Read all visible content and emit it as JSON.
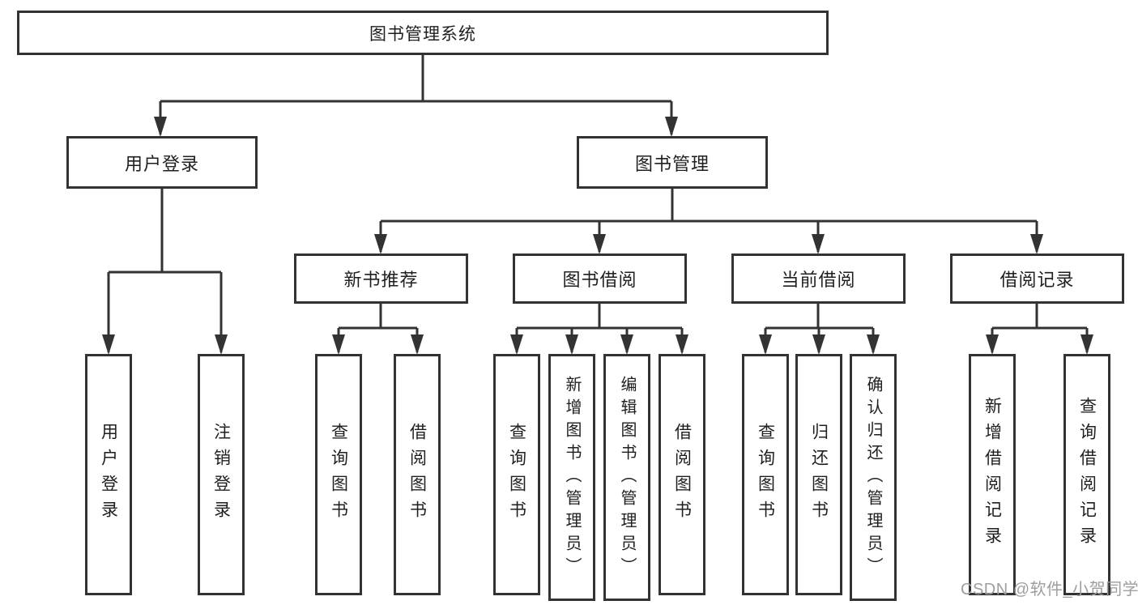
{
  "tree": {
    "root": "图书管理系统",
    "user_login": {
      "label": "用户登录",
      "children": [
        "用户登录",
        "注销登录"
      ]
    },
    "book_management": {
      "label": "图书管理",
      "new_book_recommend": {
        "label": "新书推荐",
        "children": [
          "查询图书",
          "借阅图书"
        ]
      },
      "book_borrowing": {
        "label": "图书借阅",
        "children": [
          "查询图书",
          "新增图书（管理员）",
          "编辑图书（管理员）",
          "借阅图书"
        ]
      },
      "current_borrowing": {
        "label": "当前借阅",
        "children": [
          "查询图书",
          "归还图书",
          "确认归还（管理员）"
        ]
      },
      "borrowing_records": {
        "label": "借阅记录",
        "children": [
          "新增借阅记录",
          "查询借阅记录"
        ]
      }
    }
  },
  "watermark": "CSDN @软件_小贺同学",
  "colors": {
    "line": "#333333",
    "text": "#1f1f1f",
    "watermark": "#9e9e9e",
    "background": "#ffffff"
  }
}
